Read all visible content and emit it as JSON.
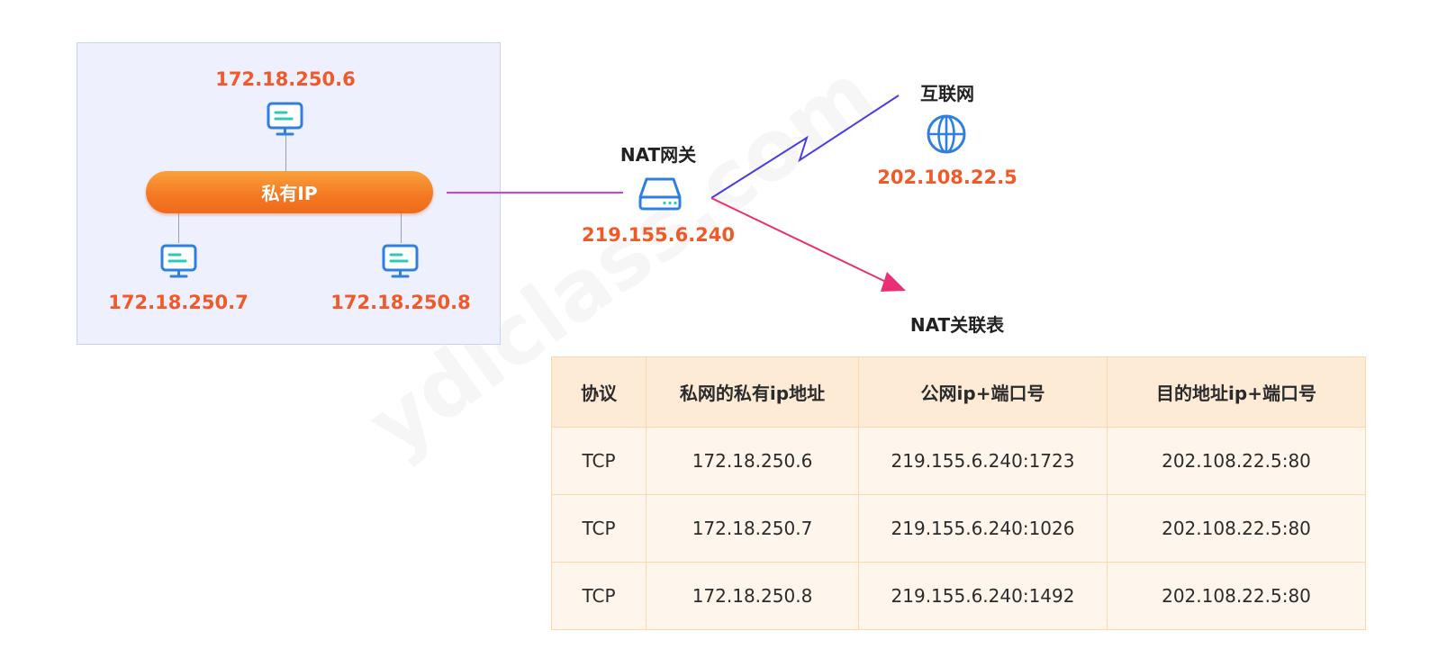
{
  "lan": {
    "bus_label": "私有IP",
    "hosts": [
      {
        "ip": "172.18.250.6"
      },
      {
        "ip": "172.18.250.7"
      },
      {
        "ip": "172.18.250.8"
      }
    ]
  },
  "gateway": {
    "title": "NAT网关",
    "ip": "219.155.6.240"
  },
  "internet": {
    "title": "互联网",
    "ip": "202.108.22.5"
  },
  "nat_table": {
    "title": "NAT关联表",
    "headers": [
      "协议",
      "私网的私有ip地址",
      "公网ip+端口号",
      "目的地址ip+端口号"
    ],
    "rows": [
      [
        "TCP",
        "172.18.250.6",
        "219.155.6.240:1723",
        "202.108.22.5:80"
      ],
      [
        "TCP",
        "172.18.250.7",
        "219.155.6.240:1026",
        "202.108.22.5:80"
      ],
      [
        "TCP",
        "172.18.250.8",
        "219.155.6.240:1492",
        "202.108.22.5:80"
      ]
    ]
  },
  "watermark": "ydlclass.com",
  "colors": {
    "ip_text": "#f05a28",
    "bus": "#f47a23",
    "monitor": "#2f7fe0",
    "screen_lines": "#2cc9b4",
    "link_lan": "#d63fd6",
    "link_internet": "#4a3ee0",
    "link_table": "#ea2f74",
    "table_header_bg": "#fdebd6",
    "table_cell_bg": "#fef6ec",
    "table_border": "#fbd9ab"
  }
}
